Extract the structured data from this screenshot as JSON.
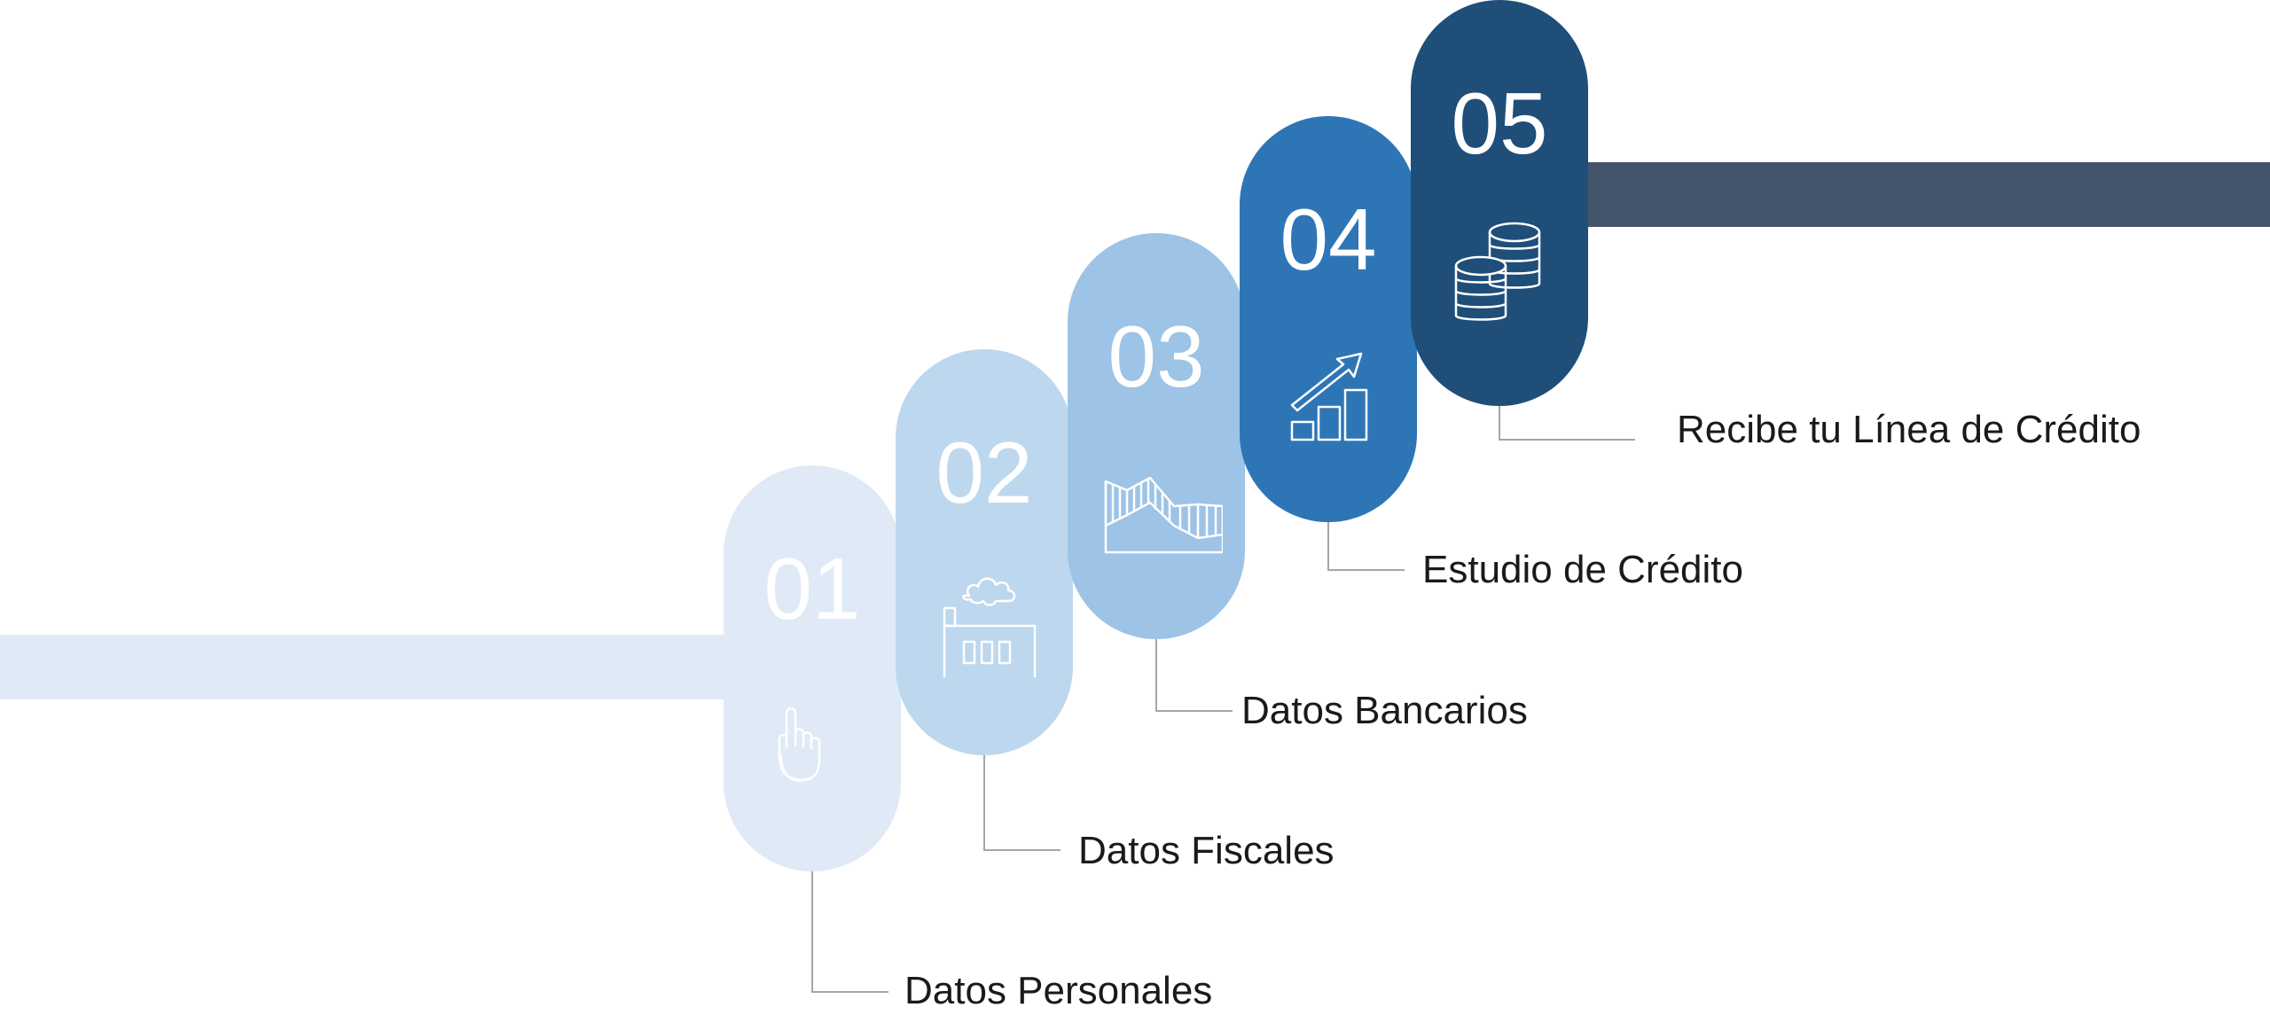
{
  "colors": {
    "step_1": "#dfeaf6",
    "step_2": "#bdd7ee",
    "step_3": "#9dc3e6",
    "step_4": "#2e75b6",
    "step_5": "#1f4e79",
    "left_bar": "#dfeaf6",
    "right_bar": "#44546a",
    "text": "#1a1a1a",
    "leader_line": "#a6a6a6"
  },
  "steps": [
    {
      "number": "01",
      "label": "Datos Personales",
      "icon": "hand-pointer-icon"
    },
    {
      "number": "02",
      "label": "Datos Fiscales",
      "icon": "factory-icon"
    },
    {
      "number": "03",
      "label": "Datos Bancarios",
      "icon": "area-chart-icon"
    },
    {
      "number": "04",
      "label": "Estudio de Crédito",
      "icon": "growth-chart-icon"
    },
    {
      "number": "05",
      "label": "Recibe tu Línea de Crédito",
      "icon": "coins-icon"
    }
  ]
}
